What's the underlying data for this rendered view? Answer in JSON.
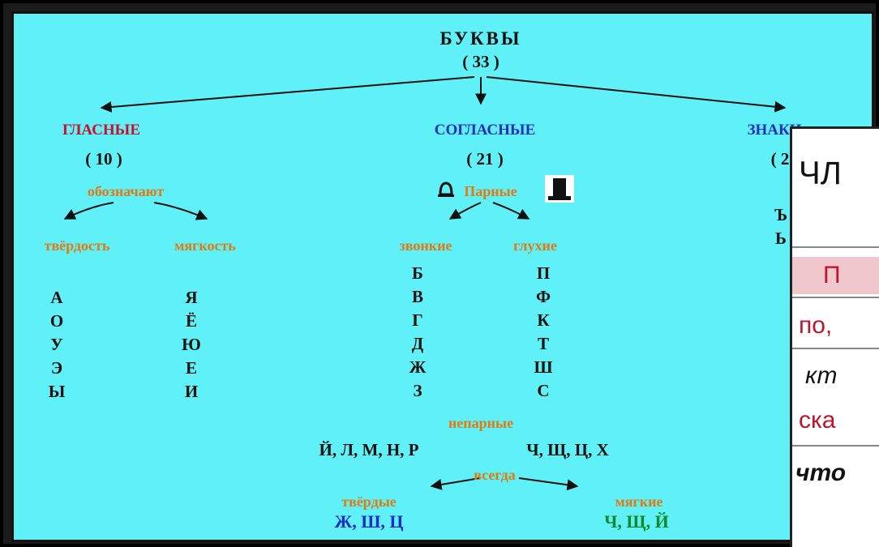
{
  "diagram": {
    "root": {
      "title": "БУКВЫ",
      "count": "( 33 )"
    },
    "vowels": {
      "title": "ГЛАСНЫЕ",
      "count": "( 10 )",
      "note": "обозначают",
      "hard_label": "твёрдость",
      "soft_label": "мягкость",
      "hard_letters": [
        "А",
        "О",
        "У",
        "Э",
        "Ы"
      ],
      "soft_letters": [
        "Я",
        "Ё",
        "Ю",
        "Е",
        "И"
      ]
    },
    "consonants": {
      "title": "СОГЛАСНЫЕ",
      "count": "( 21 )",
      "paired": "Парные",
      "voiced_label": "звонкие",
      "voiceless_label": "глухие",
      "voiced_letters": [
        "Б",
        "В",
        "Г",
        "Д",
        "Ж",
        "З"
      ],
      "voiceless_letters": [
        "П",
        "Ф",
        "К",
        "Т",
        "Ш",
        "С"
      ],
      "unpaired": "непарные",
      "unpaired_voiced": "Й, Л, М, Н, Р",
      "unpaired_voiceless": "Ч, Щ, Ц, Х",
      "always": "всегда",
      "always_hard_label": "твёрдые",
      "always_soft_label": "мягкие",
      "always_hard": "Ж, Ш, Ц",
      "always_soft": "Ч, Щ, Й"
    },
    "signs": {
      "title": "ЗНАКИ",
      "count_partial": "( 2",
      "letters": [
        "Ъ",
        "Ь"
      ]
    }
  },
  "overlay_card": {
    "rows": [
      "ЧЛ",
      "П",
      "по,",
      "кт",
      "ска",
      "что"
    ],
    "colors": {
      "header_bg": "#f0c8cc",
      "red_text": "#c0142c"
    }
  },
  "colors": {
    "background": "#5ff0f8",
    "vowel_red": "#c8102e",
    "consonant_blue": "#1b2fc4",
    "accent_orange": "#e07b12",
    "soft_green": "#0b8a2a"
  },
  "icons": [
    "bell-icon",
    "top-hat-icon"
  ]
}
